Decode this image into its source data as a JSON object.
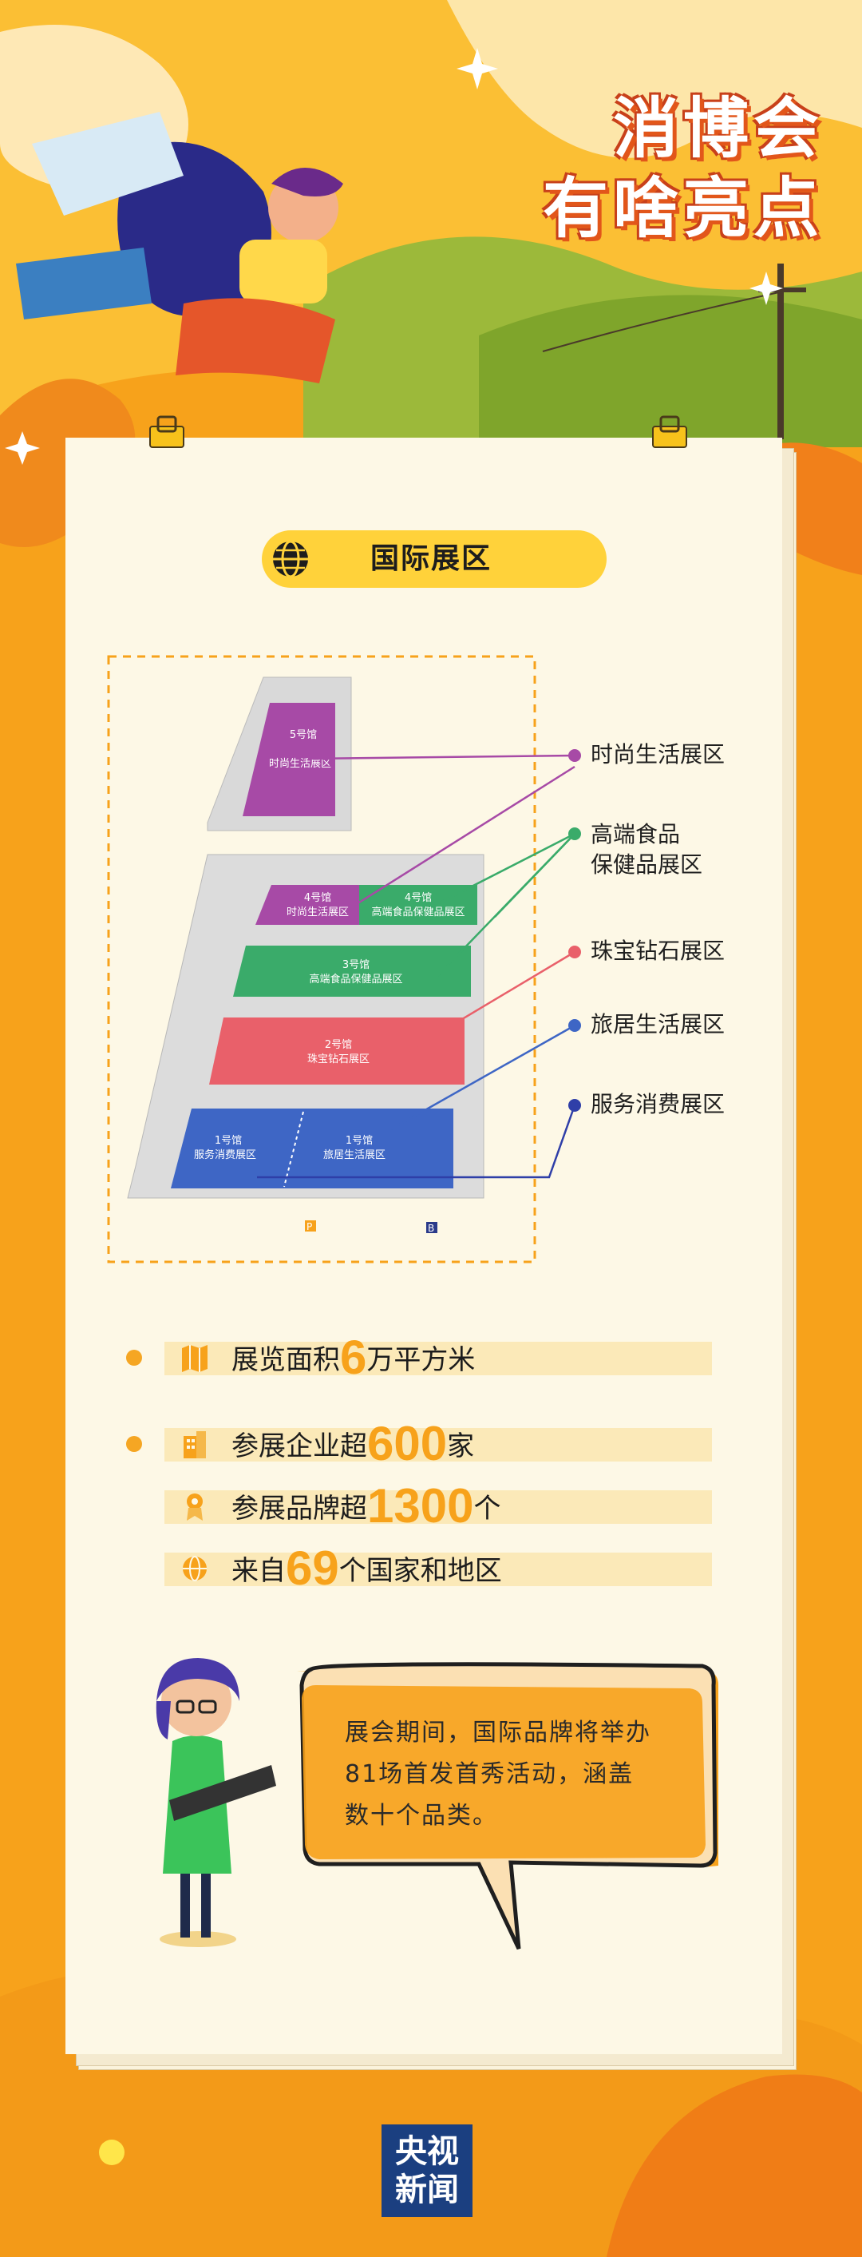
{
  "header": {
    "title_line1": "消博会",
    "title_line2": "有啥亮点"
  },
  "section": {
    "title": "国际展区",
    "icon": "globe-icon"
  },
  "map": {
    "halls": [
      {
        "hall": "5号馆",
        "zone": "时尚生活展区",
        "color": "#a74aa6"
      },
      {
        "hall": "4号馆",
        "zone": "时尚生活展区",
        "color": "#a74aa6"
      },
      {
        "hall": "4号馆",
        "zone": "高端食品保健品展区",
        "color": "#3aab6a"
      },
      {
        "hall": "3号馆",
        "zone": "高端食品保健品展区",
        "color": "#3aab6a"
      },
      {
        "hall": "2号馆",
        "zone": "珠宝钻石展区",
        "color": "#e9606a"
      },
      {
        "hall": "1号馆",
        "zone": "服务消费展区",
        "color": "#3e66c5"
      },
      {
        "hall": "1号馆",
        "zone": "旅居生活展区",
        "color": "#3e66c5"
      }
    ],
    "markers": [
      "P",
      "B"
    ],
    "legend": [
      {
        "label": "时尚生活展区",
        "color": "#a74aa6"
      },
      {
        "label_line1": "高端食品",
        "label_line2": "保健品展区",
        "color": "#3aab6a"
      },
      {
        "label": "珠宝钻石展区",
        "color": "#e9606a"
      },
      {
        "label": "旅居生活展区",
        "color": "#3e66c5"
      },
      {
        "label": "服务消费展区",
        "color": "#2f3fa8"
      }
    ]
  },
  "stats": [
    {
      "pre": "展览面积",
      "num": "6",
      "post": "万平方米",
      "icon": "map-icon"
    },
    {
      "pre": "参展企业超",
      "num": "600",
      "post": "家",
      "icon": "building-icon"
    },
    {
      "pre": "参展品牌超",
      "num": "1300",
      "post": "个",
      "icon": "badge-icon"
    },
    {
      "pre": "来自",
      "num": "69",
      "post": "个国家和地区",
      "icon": "globe-icon"
    }
  ],
  "speech": {
    "line1": "展会期间，国际品牌将举办",
    "line2": "81场首发首秀活动，涵盖",
    "line3": "数十个品类。"
  },
  "logo": {
    "line1": "央视",
    "line2": "新闻"
  },
  "colors": {
    "accent": "#f7a21b",
    "card": "#fdf8e6",
    "pill": "#ffd23a"
  }
}
